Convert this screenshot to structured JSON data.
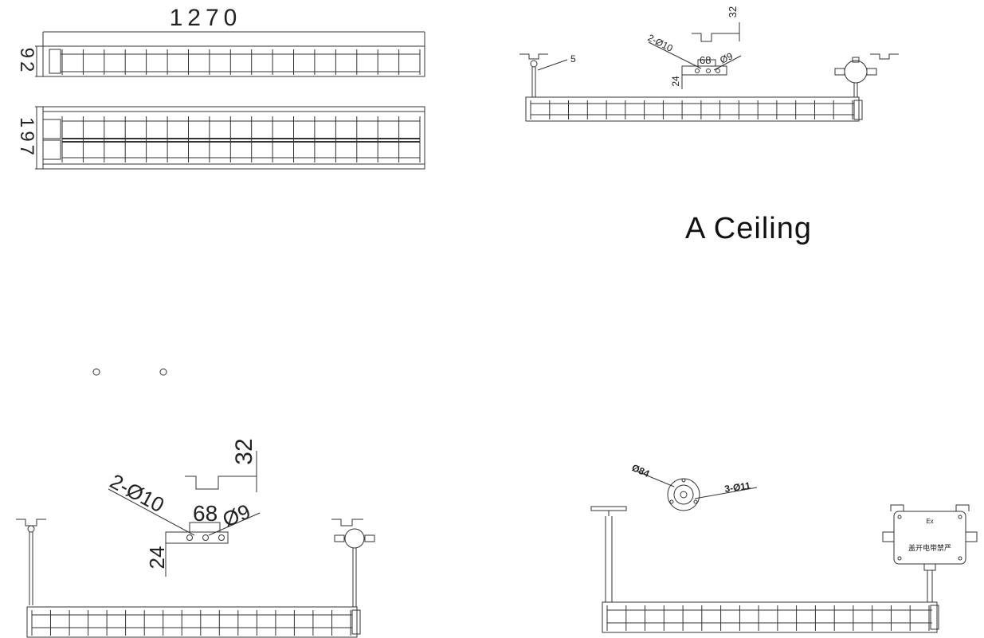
{
  "caption": "A Ceiling",
  "top_left": {
    "length_label": "1270",
    "height_label": "92",
    "width_label": "197"
  },
  "top_right": {
    "hook_offset_label": "32",
    "rod_label": "5",
    "holes_label": "2-Ø10",
    "spacing_label": "68",
    "hole_label": "Ø9",
    "plate_label": "24"
  },
  "bottom_left": {
    "hook_offset_label": "32",
    "holes_label": "2-Ø10",
    "spacing_label": "68",
    "hole_label": "Ø9",
    "plate_label": "24"
  },
  "bottom_right": {
    "flange_label": "Ø84",
    "bolts_label": "3-Ø11",
    "box_mark": "Ex",
    "box_warning": "严禁带电开盖"
  },
  "fixture": {
    "cell_count": 17
  }
}
